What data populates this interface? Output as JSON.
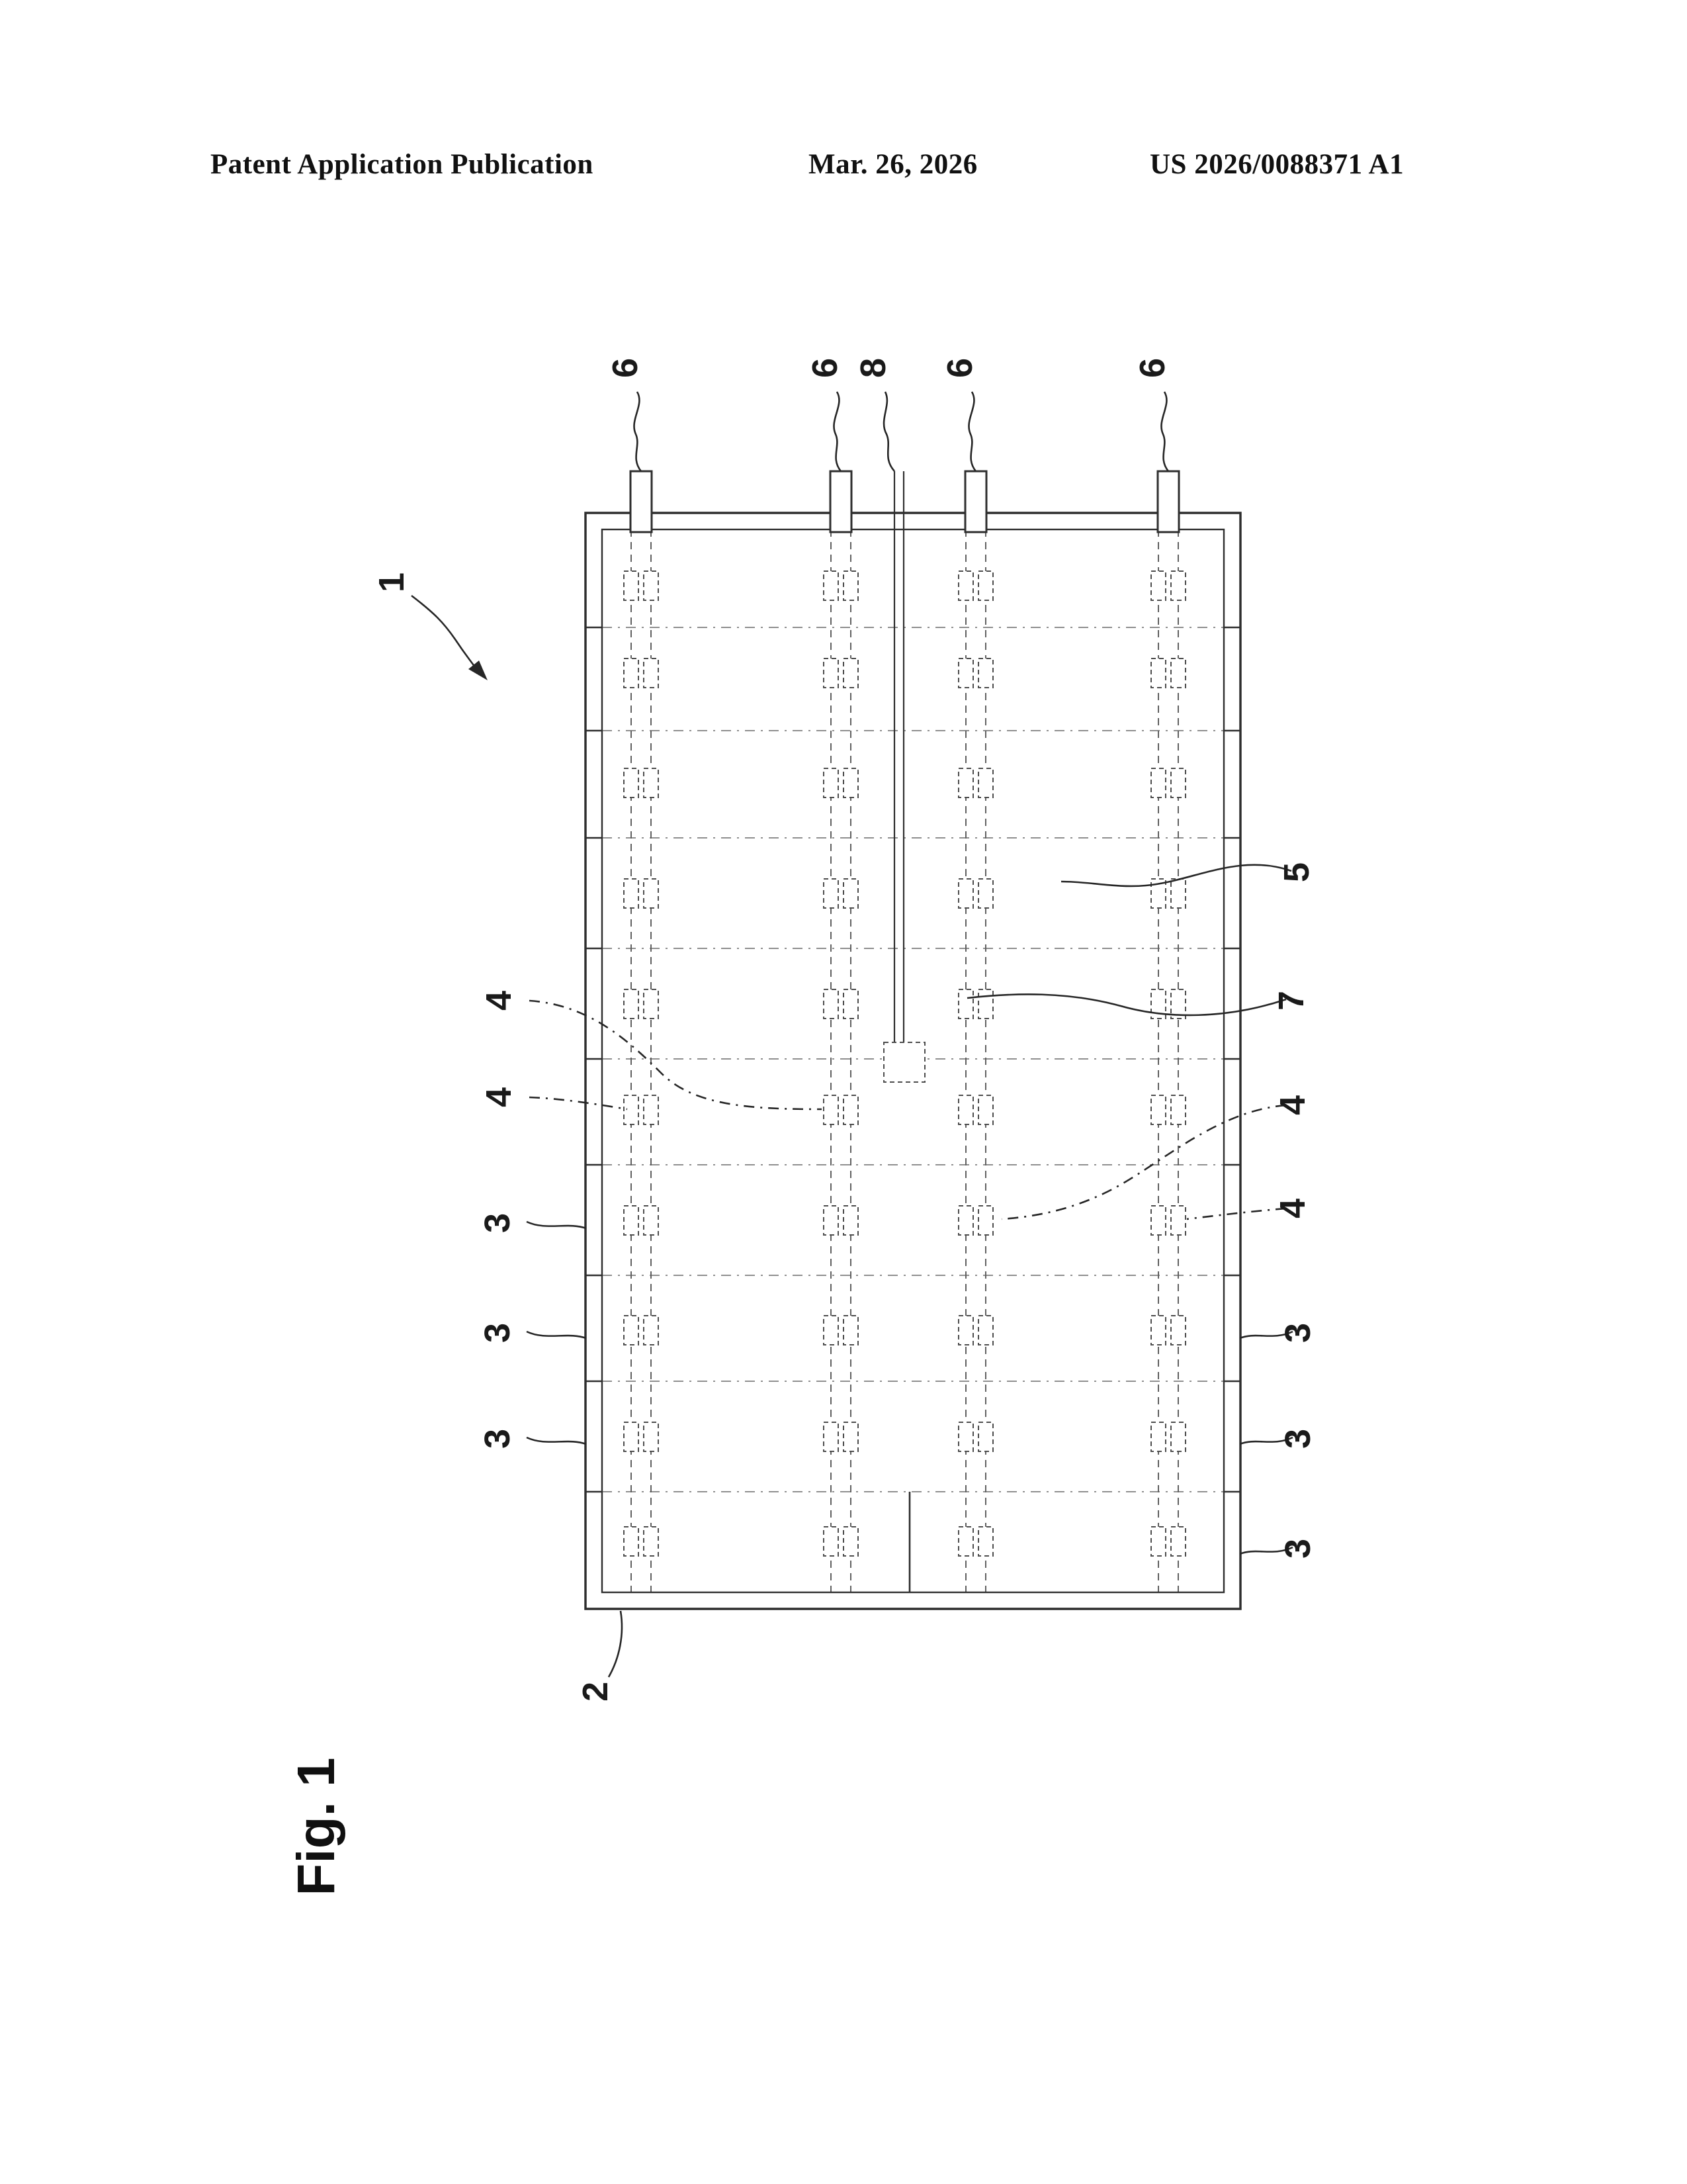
{
  "header": {
    "left": "Patent Application Publication",
    "center": "Mar. 26, 2026",
    "right": "US 2026/0088371 A1"
  },
  "figure": {
    "caption": "Fig. 1",
    "labels": [
      {
        "id": "ref-6-a",
        "text": "6"
      },
      {
        "id": "ref-6-b",
        "text": "6"
      },
      {
        "id": "ref-8",
        "text": "8"
      },
      {
        "id": "ref-6-c",
        "text": "6"
      },
      {
        "id": "ref-6-d",
        "text": "6"
      },
      {
        "id": "ref-1",
        "text": "1"
      },
      {
        "id": "ref-5",
        "text": "5"
      },
      {
        "id": "ref-7",
        "text": "7"
      },
      {
        "id": "ref-4-left-a",
        "text": "4"
      },
      {
        "id": "ref-4-left-b",
        "text": "4"
      },
      {
        "id": "ref-4-right-a",
        "text": "4"
      },
      {
        "id": "ref-4-right-b",
        "text": "4"
      },
      {
        "id": "ref-3-left-a",
        "text": "3"
      },
      {
        "id": "ref-3-left-b",
        "text": "3"
      },
      {
        "id": "ref-3-left-c",
        "text": "3"
      },
      {
        "id": "ref-3-right-a",
        "text": "3"
      },
      {
        "id": "ref-3-right-b",
        "text": "3"
      },
      {
        "id": "ref-3-right-c",
        "text": "3"
      },
      {
        "id": "ref-2",
        "text": "2"
      }
    ]
  }
}
